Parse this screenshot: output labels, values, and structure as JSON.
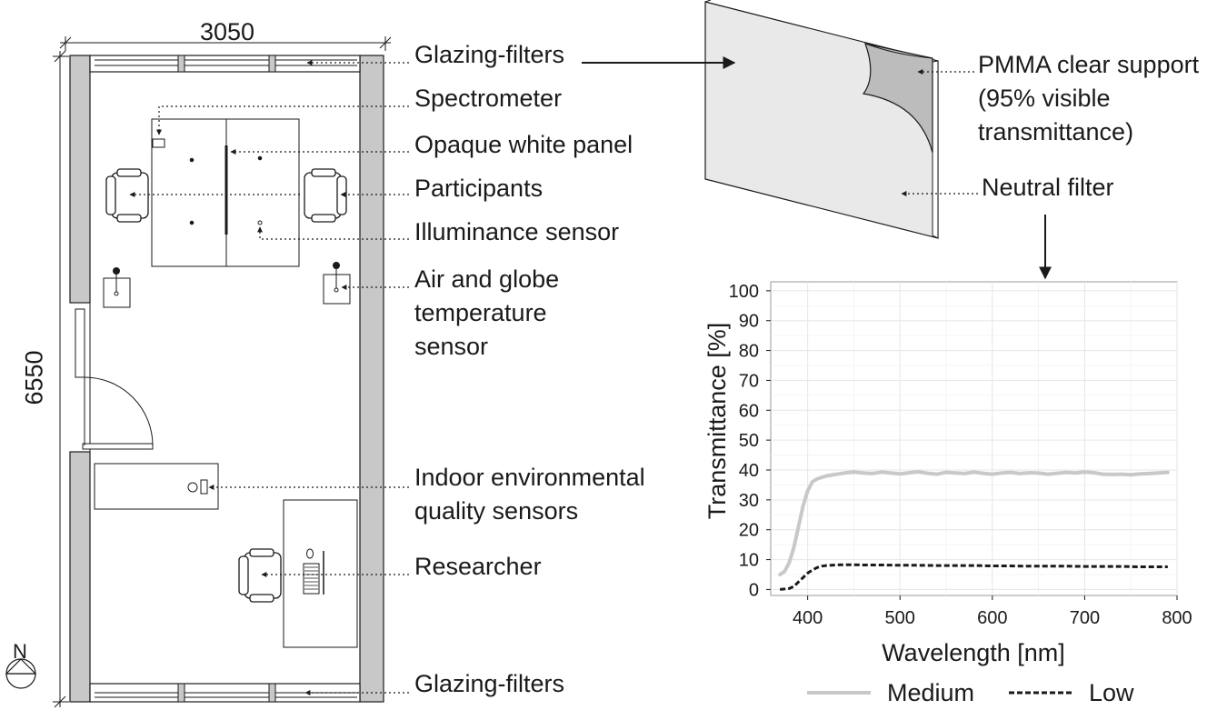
{
  "floorplan": {
    "width_label": "3050",
    "height_label": "6550",
    "north_label": "N",
    "labels": {
      "glazing_top": "Glazing-filters",
      "spectrometer": "Spectrometer",
      "opaque_panel": "Opaque white panel",
      "participants": "Participants",
      "illuminance": "Illuminance sensor",
      "air_globe": "Air and globe temperature sensor",
      "ieq": "Indoor environmental quality sensors",
      "researcher": "Researcher",
      "glazing_bottom": "Glazing-filters"
    }
  },
  "filter": {
    "support_label": "PMMA clear support (95% visible transmittance)",
    "neutral_label": "Neutral filter"
  },
  "chart_data": {
    "type": "line",
    "xlabel": "Wavelength [nm]",
    "ylabel": "Transmittance [%]",
    "xlim": [
      360,
      800
    ],
    "ylim": [
      -2,
      103
    ],
    "xticks": [
      400,
      500,
      600,
      700,
      800
    ],
    "yticks": [
      0,
      10,
      20,
      30,
      40,
      50,
      60,
      70,
      80,
      90,
      100
    ],
    "grid": true,
    "legend_position": "bottom",
    "series": [
      {
        "name": "Medium",
        "color": "#c8c8c8",
        "style": "solid",
        "x": [
          370,
          375,
          380,
          385,
          390,
          395,
          400,
          405,
          410,
          415,
          420,
          430,
          440,
          450,
          460,
          470,
          480,
          490,
          500,
          510,
          520,
          530,
          540,
          550,
          560,
          570,
          580,
          590,
          600,
          610,
          620,
          630,
          640,
          650,
          660,
          670,
          680,
          690,
          700,
          710,
          720,
          730,
          740,
          750,
          760,
          770,
          780,
          790
        ],
        "y": [
          5,
          6,
          9,
          14,
          21,
          28,
          33,
          36,
          37,
          37.5,
          38,
          38.5,
          39,
          39.3,
          39,
          38.8,
          39.3,
          39,
          38.7,
          39.1,
          39.4,
          38.9,
          38.6,
          39.2,
          39,
          38.8,
          39.3,
          38.9,
          38.6,
          39,
          39.2,
          38.8,
          39.1,
          39,
          38.6,
          38.9,
          39.2,
          39,
          39.3,
          39.1,
          38.6,
          38.5,
          38.6,
          38.4,
          38.7,
          38.8,
          39,
          39.2
        ]
      },
      {
        "name": "Low",
        "color": "#1a1a1a",
        "style": "dashed",
        "x": [
          370,
          380,
          385,
          390,
          395,
          400,
          405,
          410,
          415,
          420,
          430,
          440,
          450,
          460,
          480,
          500,
          520,
          540,
          560,
          580,
          600,
          620,
          640,
          660,
          680,
          700,
          720,
          740,
          760,
          780,
          790
        ],
        "y": [
          0,
          0.3,
          1,
          2.5,
          4,
          5.5,
          6.5,
          7.3,
          7.8,
          8,
          8.2,
          8.3,
          8.3,
          8.2,
          8.2,
          8.1,
          8.1,
          8,
          8,
          8,
          7.9,
          7.9,
          7.8,
          7.8,
          7.8,
          7.7,
          7.7,
          7.7,
          7.6,
          7.6,
          7.6
        ]
      }
    ]
  }
}
